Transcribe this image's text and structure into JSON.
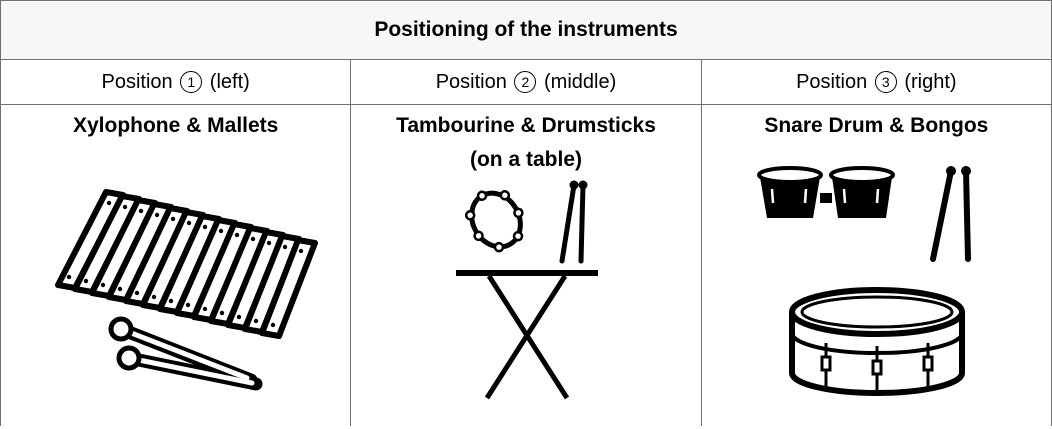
{
  "table": {
    "title": "Positioning of the instruments",
    "columns": [
      {
        "prefix": "Position",
        "num": "1",
        "suffix": "(left)",
        "name": "Xylophone & Mallets",
        "note": "",
        "icons": [
          "xylophone-icon",
          "mallets-icon"
        ]
      },
      {
        "prefix": "Position",
        "num": "2",
        "suffix": "(middle)",
        "name": "Tambourine & Drumsticks",
        "note": "(on a table)",
        "icons": [
          "tambourine-icon",
          "drumsticks-icon",
          "table-icon"
        ]
      },
      {
        "prefix": "Position",
        "num": "3",
        "suffix": "(right)",
        "name": "Snare Drum & Bongos",
        "note": "",
        "icons": [
          "bongos-icon",
          "drumsticks-icon",
          "snare-drum-icon"
        ]
      }
    ]
  }
}
